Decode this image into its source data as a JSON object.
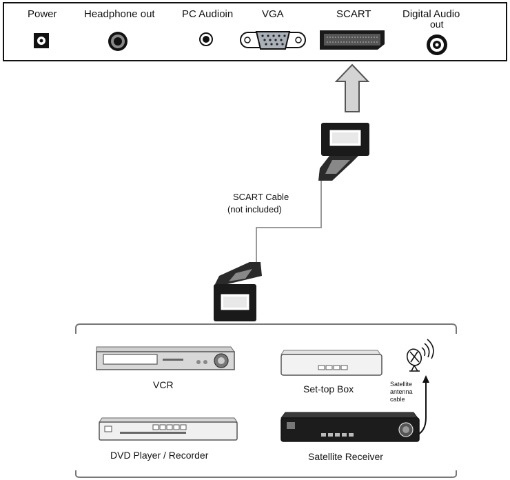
{
  "panel": {
    "ports": [
      {
        "label": "Power"
      },
      {
        "label": "Headphone out"
      },
      {
        "label": "PC Audioin"
      },
      {
        "label": "VGA"
      },
      {
        "label": "SCART"
      },
      {
        "label": "Digital Audio",
        "label2": "out"
      }
    ]
  },
  "cable": {
    "label1": "SCART Cable",
    "label2": "(not included)"
  },
  "devices": {
    "vcr": "VCR",
    "settop": "Set-top Box",
    "dvd": "DVD Player / Recorder",
    "satellite": "Satellite Receiver",
    "antenna_label": [
      "Satellite",
      "antenna",
      "cable"
    ]
  }
}
